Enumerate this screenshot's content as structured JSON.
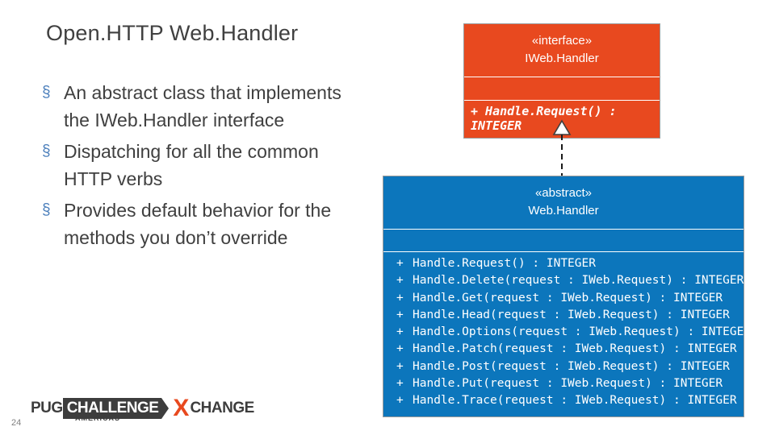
{
  "slide": {
    "page_number": "24",
    "title": "Open.HTTP Web.Handler",
    "bullets": [
      {
        "marker": "§",
        "text": "An abstract class that implements the IWeb.Handler interface"
      },
      {
        "marker": "§",
        "text": "Dispatching for all the common HTTP verbs"
      },
      {
        "marker": "§",
        "text": "Provides default behavior for the methods you don’t override"
      }
    ],
    "logo": {
      "pug": "PUG",
      "challenge": "CHALLENGE",
      "americas": "AMERICAS",
      "x": "X",
      "change": "CHANGE"
    }
  },
  "diagram": {
    "interface_class": {
      "stereotype": "«interface»",
      "name": "IWeb.Handler",
      "operations": [
        "+ Handle.Request() : INTEGER"
      ]
    },
    "abstract_class": {
      "stereotype": "«abstract»",
      "name": "Web.Handler",
      "operations": [
        {
          "visibility": "+",
          "signature": "Handle.Request() : INTEGER"
        },
        {
          "visibility": "+",
          "signature": "Handle.Delete(request : IWeb.Request) : INTEGER"
        },
        {
          "visibility": "+",
          "signature": "Handle.Get(request : IWeb.Request) : INTEGER"
        },
        {
          "visibility": "+",
          "signature": "Handle.Head(request : IWeb.Request) : INTEGER"
        },
        {
          "visibility": "+",
          "signature": "Handle.Options(request : IWeb.Request) : INTEGER"
        },
        {
          "visibility": "+",
          "signature": "Handle.Patch(request : IWeb.Request) : INTEGER"
        },
        {
          "visibility": "+",
          "signature": "Handle.Post(request : IWeb.Request) : INTEGER"
        },
        {
          "visibility": "+",
          "signature": "Handle.Put(request : IWeb.Request) : INTEGER"
        },
        {
          "visibility": "+",
          "signature": "Handle.Trace(request : IWeb.Request) : INTEGER"
        }
      ]
    },
    "relationship": "realization-dashed-hollow-triangle",
    "colors": {
      "interface_fill": "#e8491f",
      "abstract_fill": "#0c76bc",
      "text_dark": "#404040",
      "bullet_marker": "#4a7ebb"
    }
  }
}
